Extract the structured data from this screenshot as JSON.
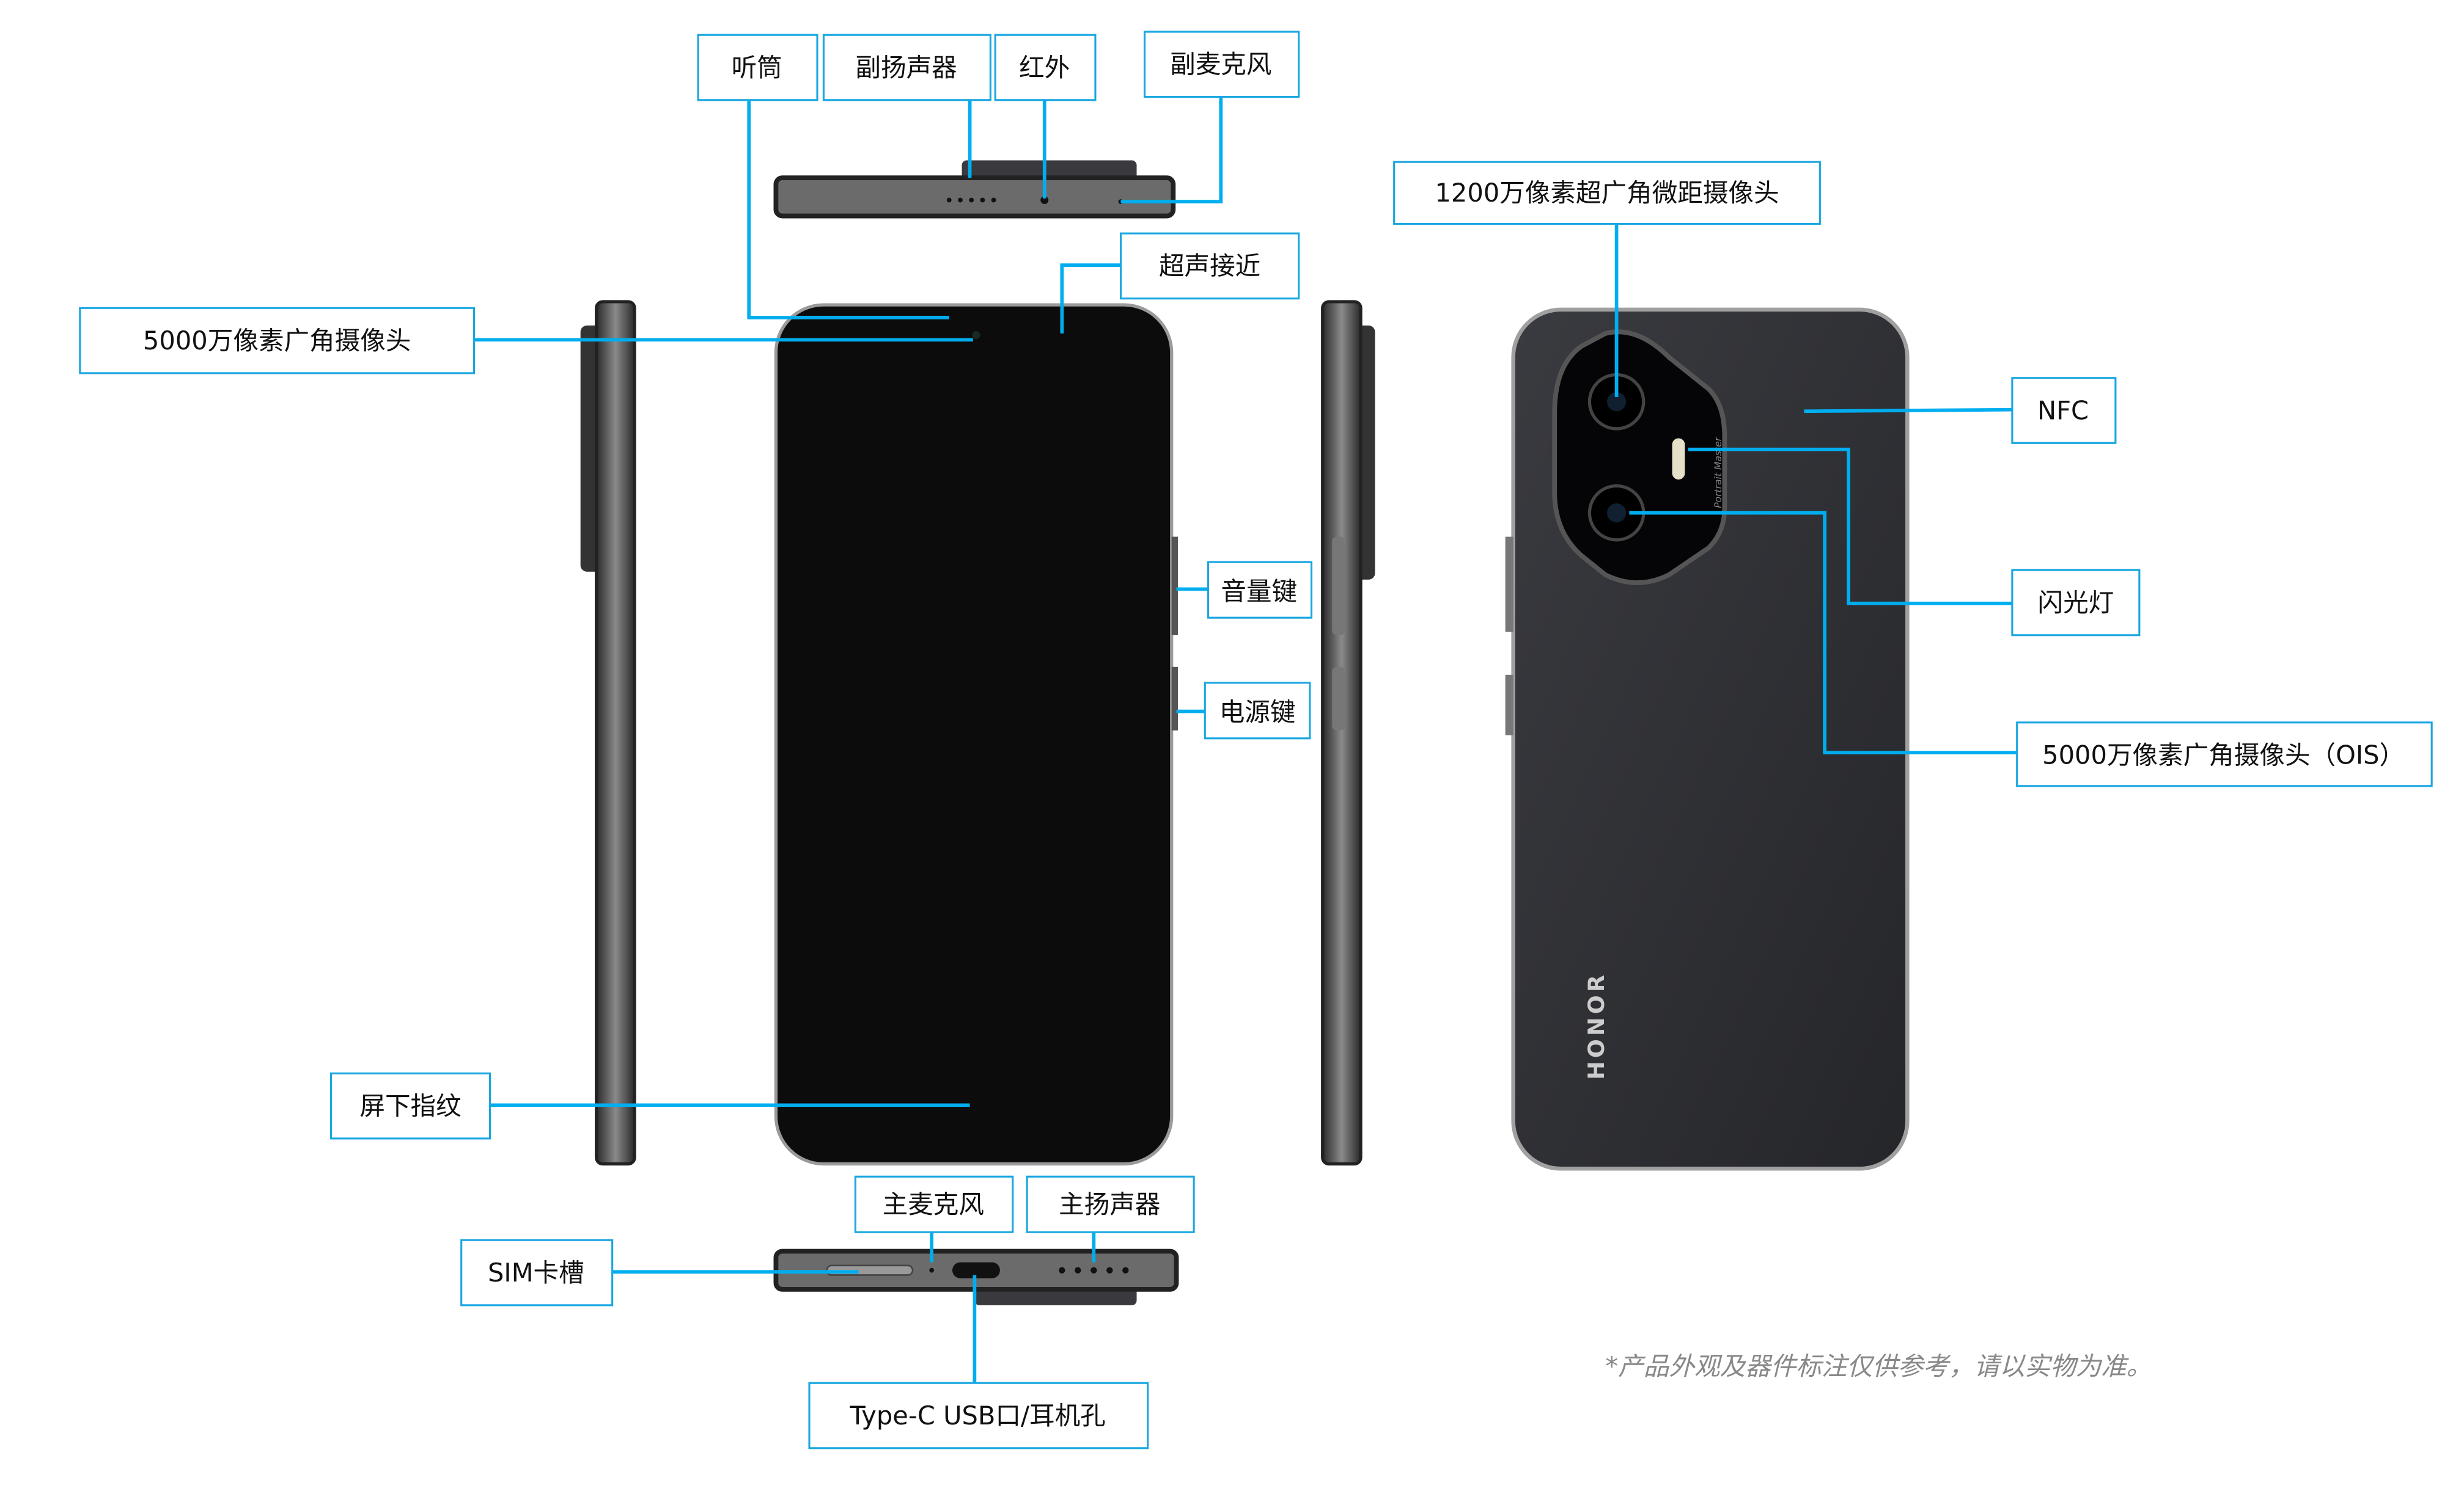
{
  "labels": {
    "earpiece": "听筒",
    "secondary_speaker": "副扬声器",
    "infrared": "红外",
    "secondary_mic": "副麦克风",
    "ultrasonic_proximity": "超声接近",
    "front_camera": "5000万像素广角摄像头",
    "ultrawide_macro_camera": "1200万像素超广角微距摄像头",
    "nfc": "NFC",
    "flash": "闪光灯",
    "main_camera_ois": "5000万像素广角摄像头（OIS）",
    "volume_key": "音量键",
    "power_key": "电源键",
    "under_display_fingerprint": "屏下指纹",
    "main_mic": "主麦克风",
    "main_speaker": "主扬声器",
    "sim_slot": "SIM卡槽",
    "usb_c": "Type-C USB口/耳机孔"
  },
  "brand_logo": "HONOR",
  "camera_ring_text": "Portrait Master",
  "disclaimer": "*产品外观及器件标注仅供参考，请以实物为准。",
  "colors": {
    "accent": "#00aeef",
    "phone_back": "#2e2f34"
  }
}
